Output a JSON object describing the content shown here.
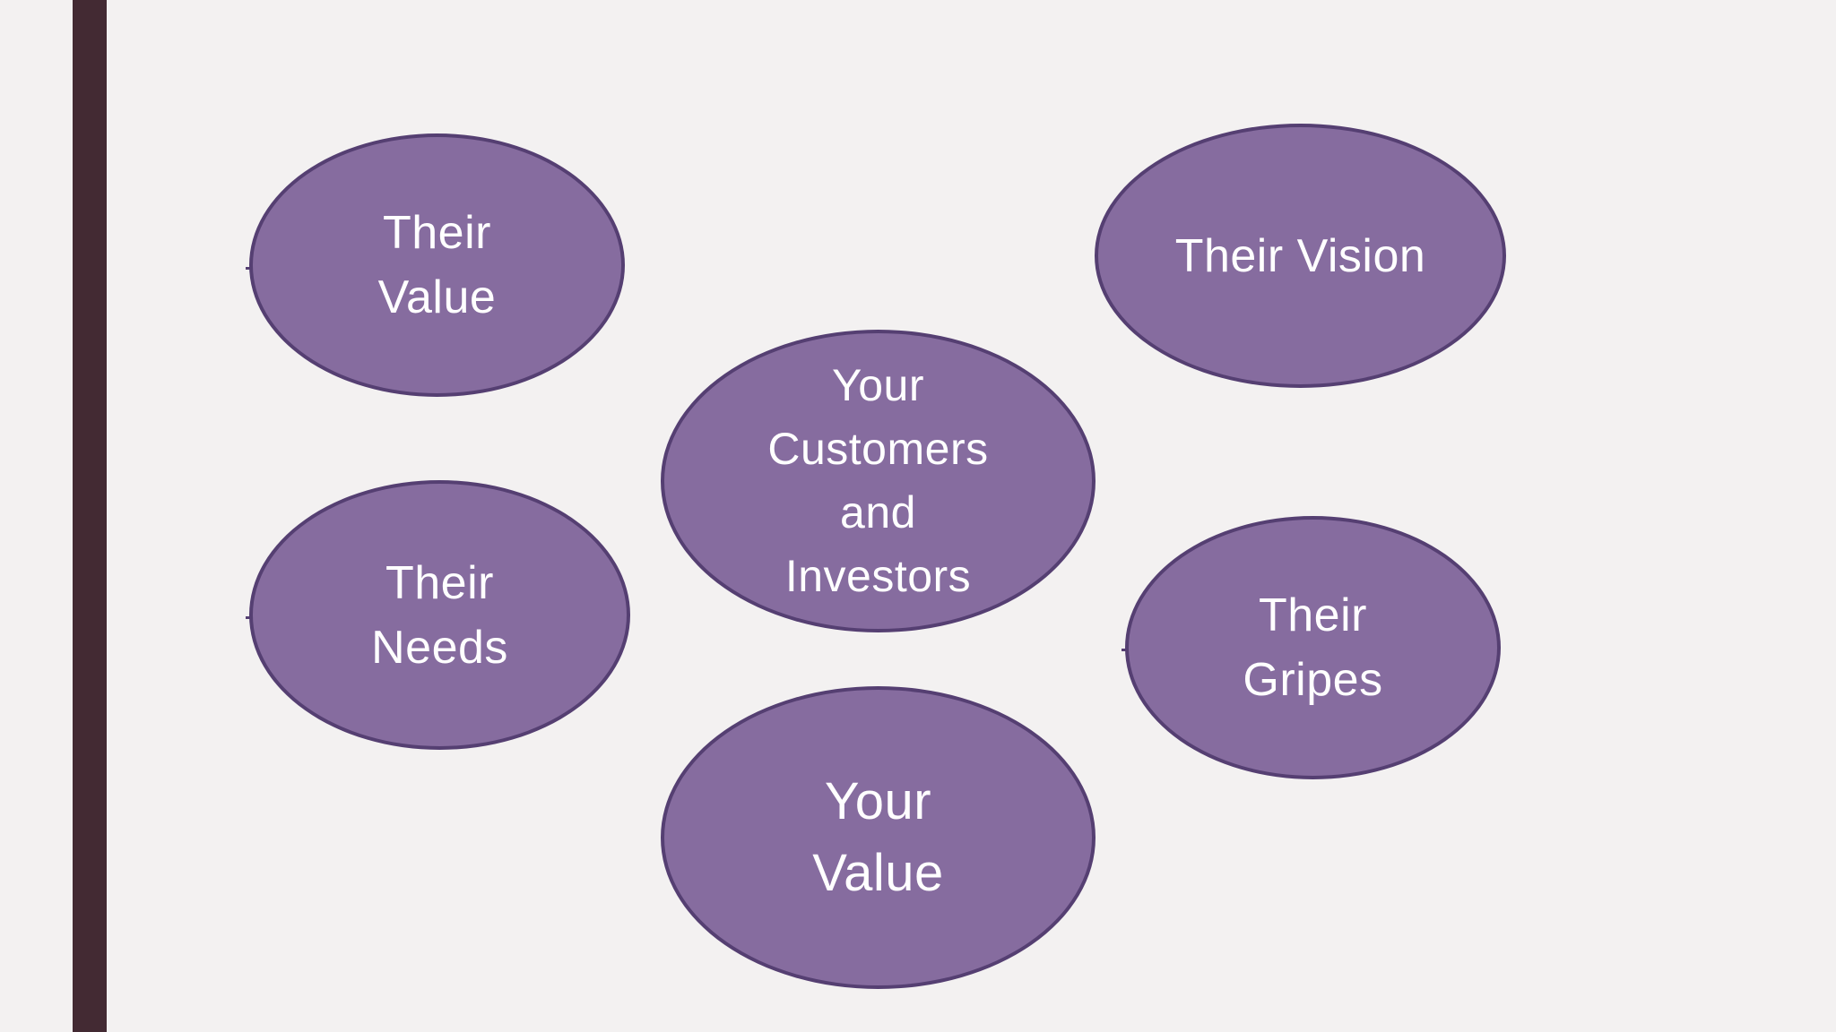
{
  "diagram": {
    "nodes": [
      {
        "id": "their_value",
        "label": "Their\nValue"
      },
      {
        "id": "their_vision",
        "label": "Their Vision"
      },
      {
        "id": "center",
        "label": "Your\nCustomers\nand\nInvestors"
      },
      {
        "id": "their_needs",
        "label": "Their\nNeeds"
      },
      {
        "id": "their_gripes",
        "label": "Their\nGripes"
      },
      {
        "id": "your_value",
        "label": "Your\nValue"
      }
    ],
    "colors": {
      "background": "#f3f1f1",
      "side_bar": "#432a33",
      "oval_fill": "#866c9f",
      "oval_border": "#553f72",
      "label_text": "#ffffff"
    }
  }
}
